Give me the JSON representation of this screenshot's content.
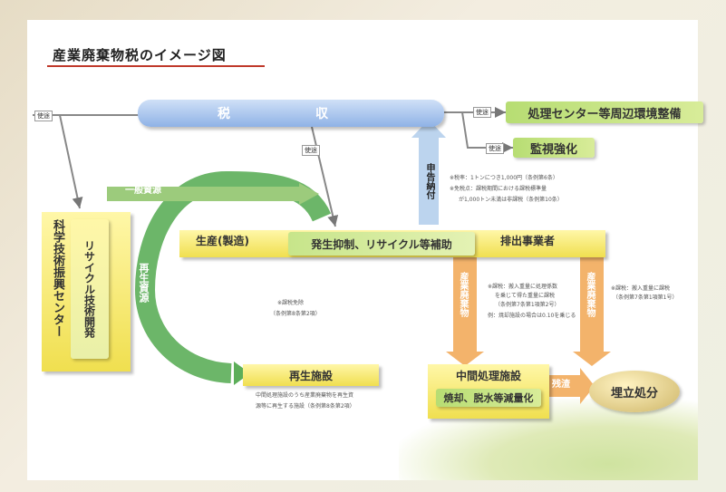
{
  "title": "産業廃棄物税のイメージ図",
  "tax_bar": "税　収",
  "labels": {
    "shito": "使途",
    "shinkoku": "申告納付",
    "ippan_shigen": "一般資源",
    "saisei_shigen": "再生資源",
    "sangyo_haikibutsu": "産業廃棄物",
    "zansa": "残渣"
  },
  "boxes": {
    "shori_center": "処理センター等周辺環境整備",
    "kanshi": "監視強化",
    "kagaku": "科学技術振興センター",
    "recycle_kaihatsu": "リサイクル技術開発",
    "seisan": "生産(製造)",
    "hassei": "発生抑制、リサイクル等補助",
    "haishutsu": "排出事業者",
    "saisei_shisetsu": "再生施設",
    "chukan": "中間処理施設",
    "shokyaku": "焼却、脱水等減量化",
    "umetate": "埋立処分"
  },
  "notes": {
    "tax_rate_1": "※税率：1トンにつき1,000円（条例第6条）",
    "tax_rate_2": "※免税点：課税期間における課税標準量",
    "tax_rate_3": "が1,000トン未満は非課税（条例第10条）",
    "hikazei": "※課税免除",
    "hikazei_2": "（条例第8条第2項）",
    "chukan_1": "※課税：搬入重量に処理係数",
    "chukan_2": "を乗じて得た重量に課税",
    "chukan_3": "（条例第7条第1項第2号）",
    "chukan_4": "例：焼却施設の場合は0.10を乗じる",
    "umetate_1": "※課税：搬入重量に課税",
    "umetate_2": "（条例第7条第1項第1号）",
    "saisei_1": "中間処理施設のうち産業廃棄物を再生資",
    "saisei_2": "源等に再生する施設（条例第8条第2項）"
  }
}
